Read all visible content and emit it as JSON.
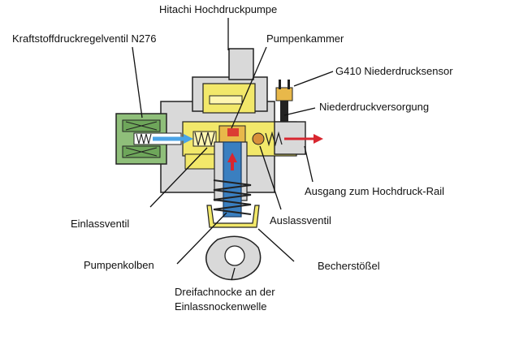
{
  "labels": {
    "pump_title": "Hitachi Hochdruckpumpe",
    "pressure_valve": "Kraftstoffdruckregelventil N276",
    "pump_chamber": "Pumpenkammer",
    "low_pressure_sensor": "G410 Niederdrucksensor",
    "low_pressure_supply": "Niederdruckversorgung",
    "outlet_rail": "Ausgang zum Hochdruck-Rail",
    "inlet_valve": "Einlassventil",
    "outlet_valve": "Auslassventil",
    "pump_piston": "Pumpenkolben",
    "cup_tappet": "Becherstößel",
    "cam_line1": "Dreifachnocke an der",
    "cam_line2": "Einlassnockenwelle"
  },
  "colors": {
    "housing_gray": "#d9d9d9",
    "fuel_yellow": "#f2e86a",
    "valve_green": "#8fbf7a",
    "piston_blue": "#3a7fc0",
    "flow_red": "#d8262f",
    "flow_blue": "#4aa3e6",
    "outline": "#222222"
  }
}
